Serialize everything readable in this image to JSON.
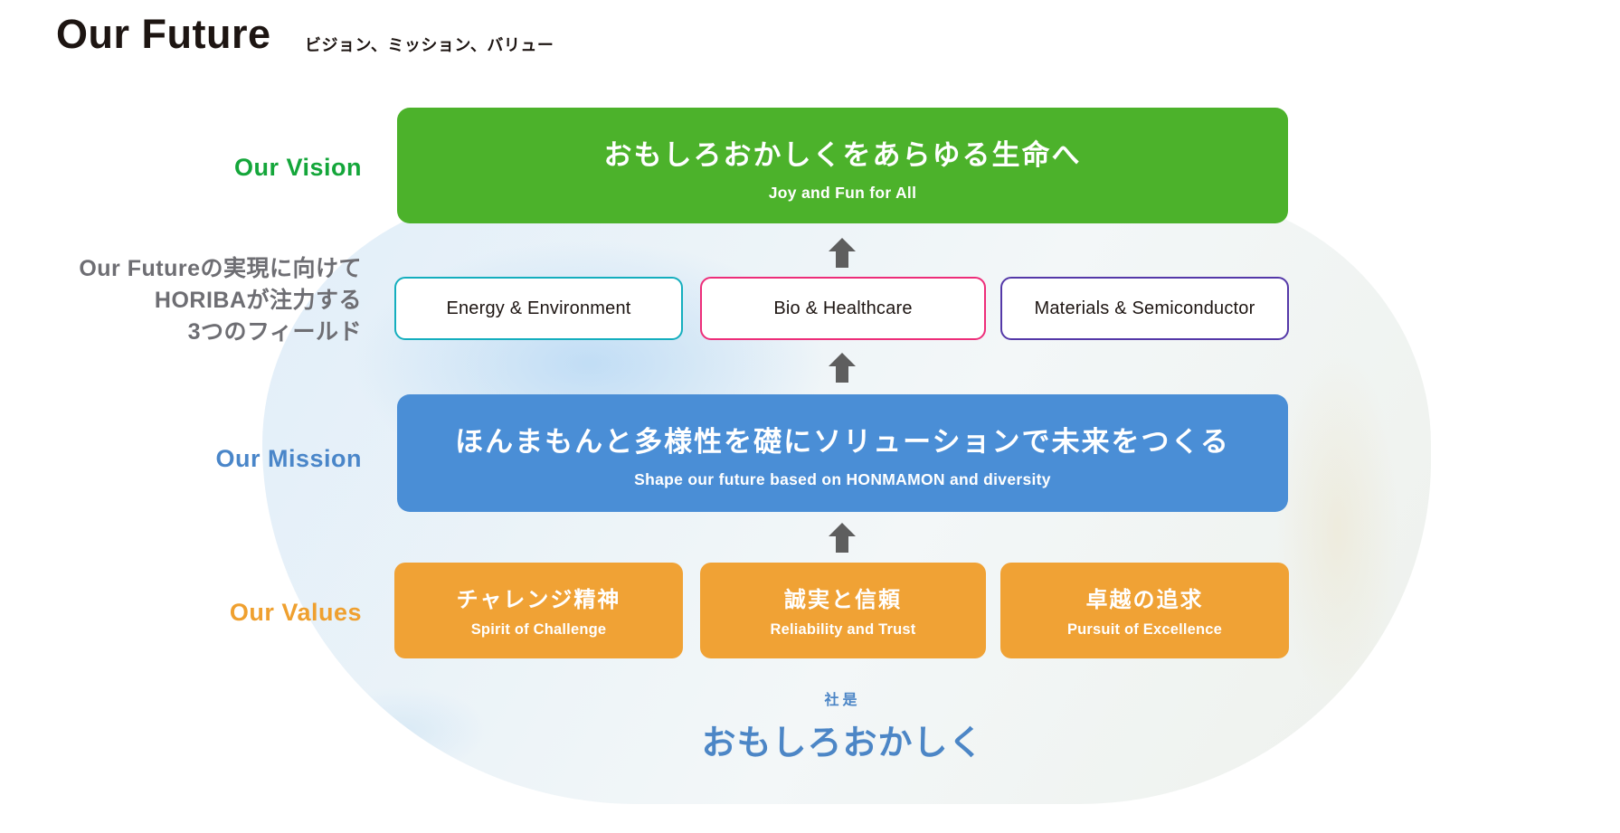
{
  "page": {
    "title": "Our Future",
    "subtitle": "ビジョン、ミッション、バリュー"
  },
  "vision": {
    "label": "Our Vision",
    "title_jp": "おもしろおかしくをあらゆる生命へ",
    "title_en": "Joy and Fun for All",
    "box_color": "#4CB22B",
    "label_color": "#14A63A"
  },
  "fields": {
    "label_lines": [
      "Our Futureの実現に向けて",
      "HORIBAが注力する",
      "3つのフィールド"
    ],
    "label_color": "#6E6E73",
    "items": [
      {
        "label": "Energy & Environment",
        "border_color": "#14AEBE"
      },
      {
        "label": "Bio & Healthcare",
        "border_color": "#ED2D79"
      },
      {
        "label": "Materials & Semiconductor",
        "border_color": "#5438A8"
      }
    ]
  },
  "mission": {
    "label": "Our Mission",
    "title_jp": "ほんまもんと多様性を礎にソリューションで未来をつくる",
    "title_en": "Shape our future based on HONMAMON and diversity",
    "box_color": "#4A8ED6",
    "label_color": "#4A86C9"
  },
  "values": {
    "label": "Our Values",
    "box_color": "#F0A235",
    "label_color": "#EFA02F",
    "items": [
      {
        "jp": "チャレンジ精神",
        "en": "Spirit of Challenge"
      },
      {
        "jp": "誠実と信頼",
        "en": "Reliability and Trust"
      },
      {
        "jp": "卓越の追求",
        "en": "Pursuit of Excellence"
      }
    ]
  },
  "motto": {
    "label": "社是",
    "text": "おもしろおかしく",
    "color": "#4C86C6"
  },
  "decor": {
    "up_arrow_icon": "▲",
    "arrow_color": "#5E5E5E"
  }
}
